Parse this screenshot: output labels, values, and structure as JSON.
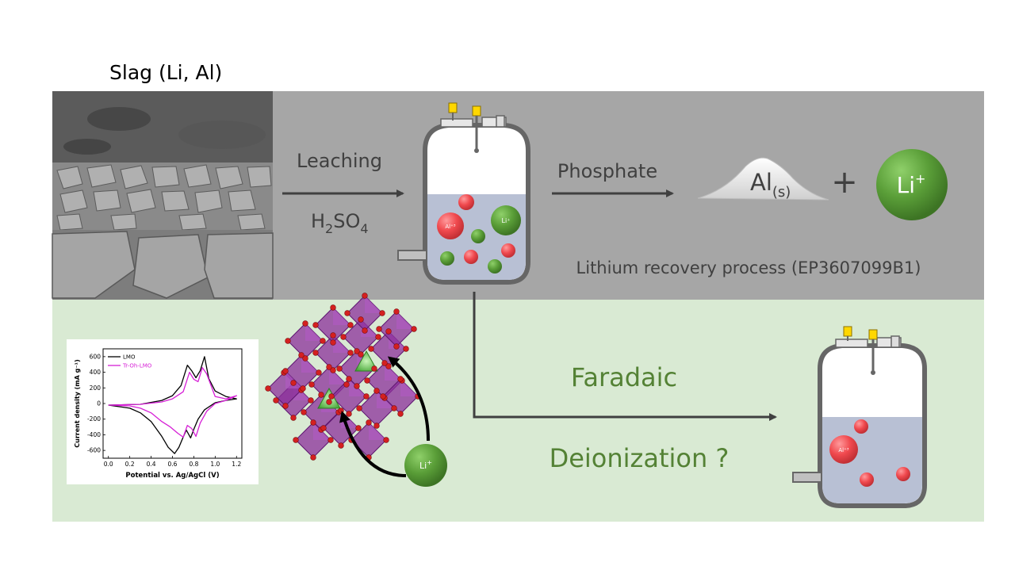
{
  "slag_label": "Slag (Li, Al)",
  "leaching_label": "Leaching",
  "acid_label": {
    "main": "H",
    "sub1": "2",
    "mid": "SO",
    "sub2": "4"
  },
  "phosphate_label": "Phosphate",
  "al_solid": {
    "main": "Al",
    "sub": "(s)"
  },
  "plus_sign": "+",
  "li_ion": {
    "main": "Li",
    "sup": "+"
  },
  "process_label": "Lithium recovery process (EP3607099B1)",
  "faradaic_label": "Faradaic",
  "deionization_label": "Deionization ?",
  "particle_labels": {
    "al": "Al⁺³",
    "li": "Li⁺"
  },
  "colors": {
    "top_band": "#a6a6a6",
    "bottom_band": "#d9ead3",
    "green_text": "#548235",
    "li_green": "#5a9e38",
    "al_red": "#f0494e",
    "liquid": "#b8c0d4",
    "vessel_stroke": "#666666",
    "crystal_purple": "#8b2f9b"
  },
  "chart_data": {
    "type": "line",
    "xlabel": "Potential vs. Ag/AgCl (V)",
    "ylabel": "Current density (mA g⁻¹)",
    "xlim": [
      -0.05,
      1.25
    ],
    "ylim": [
      -700,
      700
    ],
    "x_ticks": [
      "0.0",
      "0.2",
      "0.4",
      "0.6",
      "0.8",
      "1.0",
      "1.2"
    ],
    "y_ticks": [
      "600",
      "400",
      "200",
      "0",
      "-200",
      "-400",
      "-600"
    ],
    "legend_position": "top-left",
    "series": [
      {
        "name": "LMO",
        "color": "#000000",
        "x": [
          0.0,
          0.3,
          0.5,
          0.6,
          0.68,
          0.74,
          0.78,
          0.82,
          0.86,
          0.9,
          0.94,
          1.0,
          1.1,
          1.2,
          1.1,
          1.0,
          0.9,
          0.84,
          0.8,
          0.77,
          0.73,
          0.7,
          0.66,
          0.62,
          0.56,
          0.5,
          0.4,
          0.3,
          0.2,
          0.0
        ],
        "y": [
          -20,
          -10,
          40,
          100,
          230,
          490,
          420,
          330,
          420,
          600,
          320,
          160,
          90,
          60,
          40,
          10,
          -80,
          -200,
          -330,
          -440,
          -340,
          -430,
          -560,
          -640,
          -560,
          -420,
          -230,
          -120,
          -60,
          -20
        ]
      },
      {
        "name": "Tr-Oh-LMO",
        "color": "#d61fd6",
        "x": [
          0.0,
          0.3,
          0.5,
          0.6,
          0.7,
          0.76,
          0.8,
          0.84,
          0.88,
          0.92,
          1.0,
          1.1,
          1.2,
          1.1,
          1.0,
          0.92,
          0.86,
          0.82,
          0.78,
          0.74,
          0.7,
          0.65,
          0.58,
          0.5,
          0.4,
          0.3,
          0.2,
          0.0
        ],
        "y": [
          -20,
          -10,
          20,
          60,
          150,
          400,
          310,
          280,
          460,
          380,
          90,
          60,
          100,
          40,
          0,
          -100,
          -250,
          -420,
          -320,
          -280,
          -430,
          -380,
          -300,
          -230,
          -120,
          -60,
          -30,
          -20
        ]
      }
    ]
  }
}
